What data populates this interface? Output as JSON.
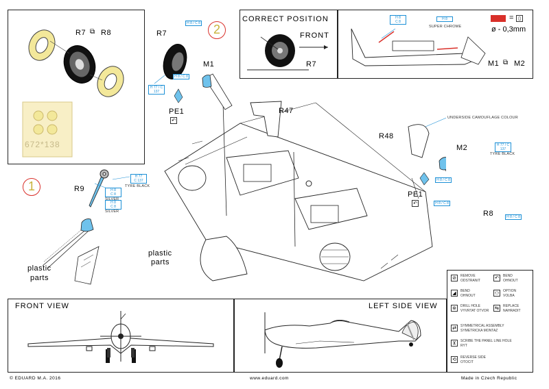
{
  "panels": {
    "inset_fret": {
      "part_labels": {
        "left": "R7",
        "right": "R8"
      },
      "fret_code": "672*138"
    },
    "step1": {
      "number": "1",
      "part_label": "R9",
      "plastic_label_line1": "plastic",
      "plastic_label_line2": "parts",
      "color_codes": [
        "H 77",
        "C 137",
        "TYRE BLACK",
        "H 8",
        "C 8",
        "SILVER",
        "H 8",
        "C 8",
        "SILVER"
      ]
    },
    "step2": {
      "number": "2",
      "part_label_r7": "R7",
      "part_label_m1": "M1",
      "part_label_pe1_top": "PE1",
      "part_label_r47": "R47",
      "part_label_r48": "R48",
      "part_label_m2": "M2",
      "part_label_pe1_right": "PE1",
      "part_label_r8": "R8",
      "plastic_label_line1": "plastic",
      "plastic_label_line2": "parts",
      "callout_underside": "UNDERSIDE CAMOUFLAGE COLOUR",
      "callout_tyre_black": "TYRE BLACK",
      "colour_a": "H 8 / C 8",
      "colour_b": "H 77 / C 137"
    },
    "correct_position": {
      "title": "CORRECT POSITION",
      "direction_label": "FRONT",
      "part_label": "R7"
    },
    "strut_detail": {
      "callout_label": "SUPER CHROME",
      "scale_label": "ø - 0,3mm",
      "part_labels": {
        "left": "M1",
        "right": "M2"
      },
      "box_code_top": "H 8",
      "box_code_bottom": "C 8"
    },
    "front_view": {
      "title": "FRONT VIEW"
    },
    "side_view": {
      "title": "LEFT SIDE VIEW"
    }
  },
  "legend": [
    {
      "icon": "remove-icon",
      "glyph": "⊘",
      "text_en": "REMOVE",
      "text_cz": "ODSTRANIT"
    },
    {
      "icon": "bend-icon",
      "glyph": "↶",
      "text_en": "BEND",
      "text_cz": "OHNOUT"
    },
    {
      "icon": "drill-icon",
      "glyph": "◢",
      "text_en": "BEND",
      "text_cz": "OHNOUT"
    },
    {
      "icon": "option-icon",
      "glyph": "⚇",
      "text_en": "OPTION",
      "text_cz": "VOLBA"
    },
    {
      "icon": "drill-hole-icon",
      "glyph": "⊛",
      "text_en": "DRILL HOLE",
      "text_cz": "VYVRTAT OTVOR"
    },
    {
      "icon": "replace-icon",
      "glyph": "⇆",
      "text_en": "REPLACE",
      "text_cz": "NAHRADIT"
    },
    {
      "icon": "symmetrical-icon",
      "glyph": "⇄",
      "text_en": "SYMMETRICAL ASSEMBLY",
      "text_cz": "SYMETRICKA MONTAZ"
    },
    {
      "icon": "scribe-icon",
      "glyph": "⊻",
      "text_en": "SCRIBE THE PANEL LINE HOLE",
      "text_cz": "RYT"
    },
    {
      "icon": "reverse-icon",
      "glyph": "⟲",
      "text_en": "REVERSE SIDE",
      "text_cz": "OTOCIT"
    }
  ],
  "footer": {
    "copyright": "© EDUARD  M.A. 2016",
    "website": "www.eduard.com",
    "made_in": "Made in Czech Republic"
  },
  "colors": {
    "accent_blue": "#1a8fd6",
    "callout_red": "#d9302a",
    "pe_yellow": "#f3e89a",
    "line": "#222222"
  }
}
